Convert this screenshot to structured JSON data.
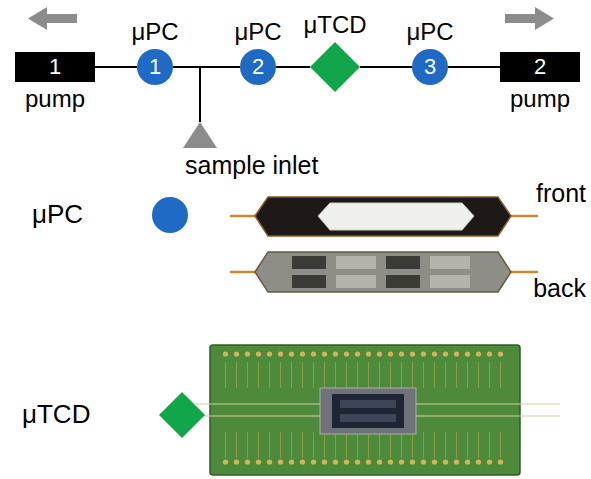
{
  "diagram": {
    "nodes": [
      {
        "text": [
          "1",
          "pump"
        ]
      },
      {
        "text": [
          "μPC",
          "1"
        ]
      },
      {
        "text": [
          "μPC",
          "2"
        ]
      },
      {
        "text": [
          "μTCD"
        ]
      },
      {
        "text": [
          "μPC",
          "3"
        ]
      },
      {
        "text": [
          "2",
          "pump"
        ]
      },
      {
        "text": [
          "sample inlet"
        ]
      }
    ],
    "edges": [
      {
        "from": 0,
        "to": 1,
        "arrow": "none"
      },
      {
        "from": 1,
        "to": 2,
        "arrow": "none"
      },
      {
        "from": 2,
        "to": 3,
        "arrow": "none"
      },
      {
        "from": 3,
        "to": 4,
        "arrow": "none"
      },
      {
        "from": 4,
        "to": 5,
        "arrow": "none"
      },
      {
        "from": 6,
        "to": 1,
        "arrow": "none"
      },
      {
        "from": 6,
        "to": 2,
        "arrow": "none"
      }
    ],
    "labels": [
      "front",
      "back"
    ],
    "legend": [
      {
        "text": "μPC",
        "color": "#1f6ac4"
      },
      {
        "text": "μTCD",
        "color": "#12a64b"
      }
    ]
  }
}
